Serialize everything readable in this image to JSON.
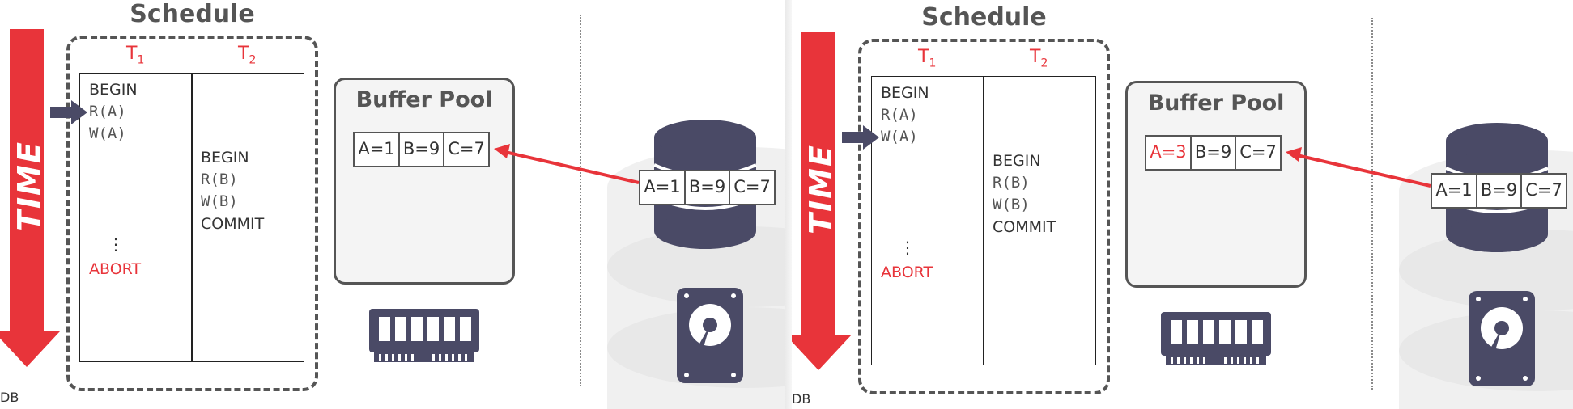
{
  "colors": {
    "accent_red": "#e8343a",
    "dark_slate": "#4a4a66",
    "gray_border": "#555555"
  },
  "icons": {
    "time_arrow": "down-arrow-icon",
    "pointer": "right-arrow-icon",
    "database": "database-icon",
    "memory": "ram-chip-icon",
    "disk": "hard-drive-icon"
  },
  "panels": [
    {
      "time_label": "TIME",
      "schedule_title": "Schedule",
      "t1_label": "T",
      "t1_sub": "1",
      "t2_label": "T",
      "t2_sub": "2",
      "t1_ops": {
        "begin": "BEGIN",
        "read_a": "R(A)",
        "write_a": "W(A)",
        "dots": "⋮",
        "abort": "ABORT"
      },
      "t2_ops": {
        "begin": "BEGIN",
        "read_b": "R(B)",
        "write_b": "W(B)",
        "commit": "COMMIT"
      },
      "current_op": "R(A)",
      "buffer_pool_title": "Buffer Pool",
      "buffer_pool": [
        "A=1",
        "B=9",
        "C=7"
      ],
      "buffer_pool_changed": [
        false,
        false,
        false
      ],
      "disk": [
        "A=1",
        "B=9",
        "C=7"
      ],
      "footer": "DB"
    },
    {
      "time_label": "TIME",
      "schedule_title": "Schedule",
      "t1_label": "T",
      "t1_sub": "1",
      "t2_label": "T",
      "t2_sub": "2",
      "t1_ops": {
        "begin": "BEGIN",
        "read_a": "R(A)",
        "write_a": "W(A)",
        "dots": "⋮",
        "abort": "ABORT"
      },
      "t2_ops": {
        "begin": "BEGIN",
        "read_b": "R(B)",
        "write_b": "W(B)",
        "commit": "COMMIT"
      },
      "current_op": "W(A)",
      "buffer_pool_title": "Buffer Pool",
      "buffer_pool": [
        "A=3",
        "B=9",
        "C=7"
      ],
      "buffer_pool_changed": [
        true,
        false,
        false
      ],
      "disk": [
        "A=1",
        "B=9",
        "C=7"
      ],
      "footer": "DB"
    }
  ]
}
